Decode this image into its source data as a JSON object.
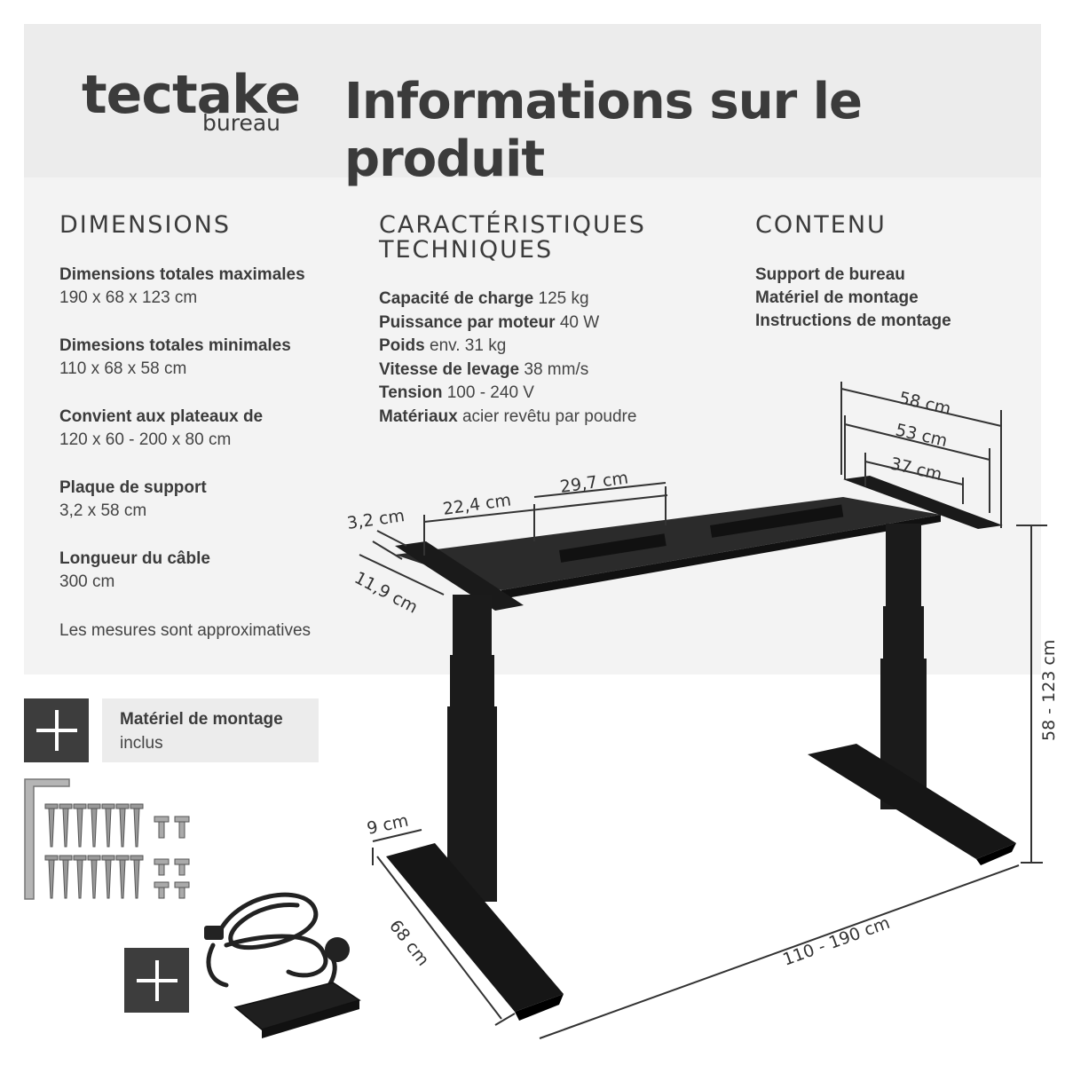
{
  "header": {
    "logo_main": "tectake",
    "logo_sub": "bureau",
    "title": "Informations sur le produit"
  },
  "dimensions": {
    "title": "DIMENSIONS",
    "items": [
      {
        "label": "Dimensions totales maximales",
        "value": "190 x 68 x 123 cm"
      },
      {
        "label": "Dimesions totales minimales",
        "value": "110 x 68 x 58 cm"
      },
      {
        "label": "Convient aux plateaux de",
        "value": "120 x 60 - 200 x 80 cm"
      },
      {
        "label": "Plaque de support",
        "value": "3,2 x 58 cm"
      },
      {
        "label": "Longueur du câble",
        "value": "300 cm"
      }
    ],
    "note": "Les mesures sont approximatives"
  },
  "specs": {
    "title_line1": "CARACTÉRISTIQUES",
    "title_line2": "TECHNIQUES",
    "items": [
      {
        "label": "Capacité de charge",
        "value": "125 kg"
      },
      {
        "label": "Puissance par moteur",
        "value": "40 W"
      },
      {
        "label": "Poids",
        "value": "env. 31 kg"
      },
      {
        "label": "Vitesse de levage",
        "value": "38 mm/s"
      },
      {
        "label": "Tension",
        "value": "100 - 240 V"
      },
      {
        "label": "Matériaux",
        "value": "acier revêtu par poudre"
      }
    ]
  },
  "contents": {
    "title": "CONTENU",
    "items": [
      "Support de bureau",
      "Matériel de montage",
      "Instructions de montage"
    ]
  },
  "mounting": {
    "label": "Matériel de montage",
    "sub": "inclus"
  },
  "measurements": {
    "top_58": "58 cm",
    "top_53": "53 cm",
    "top_37": "37 cm",
    "frame_22_4": "22,4 cm",
    "frame_29_7": "29,7 cm",
    "plate_3_2": "3,2 cm",
    "plate_11_9": "11,9 cm",
    "height": "58 - 123 cm",
    "foot_9": "9 cm",
    "foot_68": "68 cm",
    "width": "110 - 190 cm"
  },
  "icons": {
    "plus_mounting": "plus-icon",
    "plus_power": "plus-icon"
  }
}
